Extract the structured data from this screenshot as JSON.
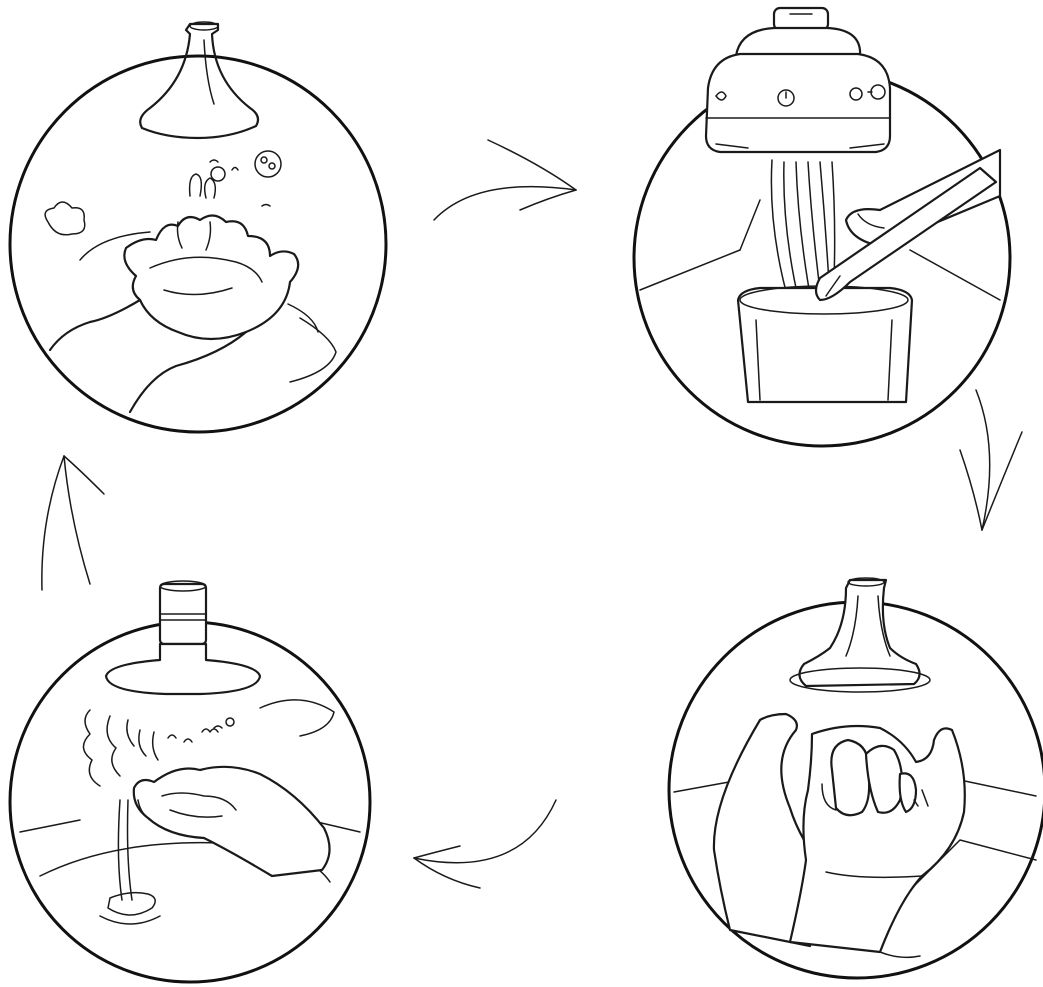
{
  "diagram": {
    "type": "cycle",
    "step_count": 4,
    "labels": [],
    "stroke_color": "#1a1a1a",
    "background_color": "#ffffff",
    "steps": [
      {
        "id": "step-top-left",
        "icon": "cupped-hands-under-faucet-icon"
      },
      {
        "id": "step-top-right",
        "icon": "hand-under-shower-head-stream-icon"
      },
      {
        "id": "step-bottom-right",
        "icon": "hands-scrubbing-together-icon"
      },
      {
        "id": "step-bottom-left",
        "icon": "hand-rinsing-under-faucet-icon"
      }
    ],
    "arrows": [
      {
        "from": "step-top-left",
        "to": "step-top-right",
        "icon": "curved-arrow-right-icon"
      },
      {
        "from": "step-top-right",
        "to": "step-bottom-right",
        "icon": "curved-arrow-down-icon"
      },
      {
        "from": "step-bottom-right",
        "to": "step-bottom-left",
        "icon": "curved-arrow-left-icon"
      },
      {
        "from": "step-bottom-left",
        "to": "step-top-left",
        "icon": "curved-arrow-up-icon"
      }
    ]
  }
}
